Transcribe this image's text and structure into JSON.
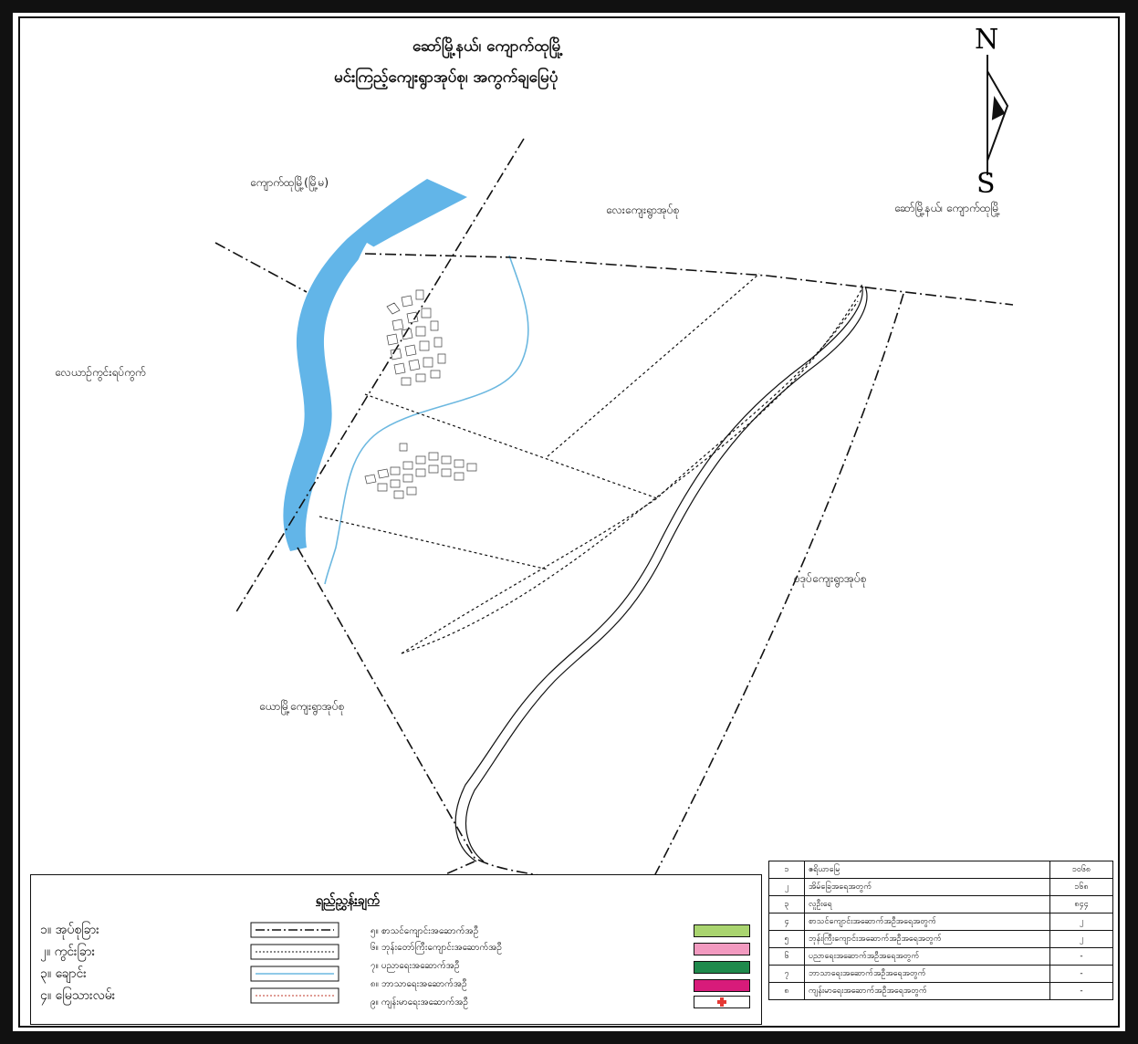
{
  "title": {
    "line1": "ဆော်မြို့နယ်၊ ကျောက်ထုမြို့",
    "line2": "မင်းကြည့်ကျေးရွာအုပ်စု၊ အကွက်ချမြေပုံ"
  },
  "compass": {
    "north": "N",
    "south": "S"
  },
  "places": {
    "kyaukhtu_town": "ကျောက်ထုမြို့(မြို့မ)",
    "lay_village_tract": "လေးကျေးရွာအုပ်စု",
    "saw_township": "ဆော်မြို့နယ်၊ ကျောက်ထုမြို့",
    "reserved_forest": "လေယာဉ်ကွင်းရပ်ကွက်",
    "padauk_village_tract": "ပဒုပ်ကျေးရွာအုပ်စု",
    "myo_village_tract": "ယောမြို့ကျေးရွာအုပ်စု"
  },
  "colors": {
    "river": "#62b5e8",
    "stream": "#6cb8e0",
    "road": "#c0392b",
    "school_light_green": "#a9d46f",
    "pink": "#f29ac0",
    "dark_green": "#1f8a4c",
    "magenta": "#d81b7a",
    "red_cross": "#e53935"
  },
  "legend": {
    "title": "ရည်ညွှန်းချက်",
    "lines": [
      {
        "label": "၁။ အုပ်စုခြား",
        "style": "dash-dot"
      },
      {
        "label": "၂။ ကွင်းခြား",
        "style": "dotted"
      },
      {
        "label": "၃။ ချောင်း",
        "style": "blue"
      },
      {
        "label": "၄။ မြေသားလမ်း",
        "style": "red-dotted"
      }
    ],
    "facilities": [
      {
        "label": "၅။ စာသင်ကျောင်းအဆောက်အဦ",
        "swatch": "school_light_green"
      },
      {
        "label": "၆။ ဘုန်းတော်ကြီးကျောင်းအဆောက်အဦ",
        "swatch": "pink"
      },
      {
        "label": "၇။ ပညာရေးအဆောက်အဦ",
        "swatch": "dark_green"
      },
      {
        "label": "၈။ ဘာသာရေးအဆောက်အဦ",
        "swatch": "magenta"
      },
      {
        "label": "၉။ ကျန်းမာရေးအဆောက်အဦ",
        "swatch": "red_cross"
      }
    ]
  },
  "stats": [
    {
      "no": "၁",
      "item": "ဧရိယာမြေ",
      "value": "၁၀၆၈"
    },
    {
      "no": "၂",
      "item": "အိမ်ခြေအရေအတွက်",
      "value": "၁၆၈"
    },
    {
      "no": "၃",
      "item": "လူဦးရေ",
      "value": "၈၄၄"
    },
    {
      "no": "၄",
      "item": "စာသင်ကျောင်းအဆောက်အဦအရေအတွက်",
      "value": "၂"
    },
    {
      "no": "၅",
      "item": "ဘုန်းကြီးကျောင်းအဆောက်အဦအရေအတွက်",
      "value": "၂"
    },
    {
      "no": "၆",
      "item": "ပညာရေးအဆောက်အဦအရေအတွက်",
      "value": "-"
    },
    {
      "no": "၇",
      "item": "ဘာသာရေးအဆောက်အဦအရေအတွက်",
      "value": "-"
    },
    {
      "no": "၈",
      "item": "ကျန်းမာရေးအဆောက်အဦအရေအတွက်",
      "value": "-"
    }
  ]
}
